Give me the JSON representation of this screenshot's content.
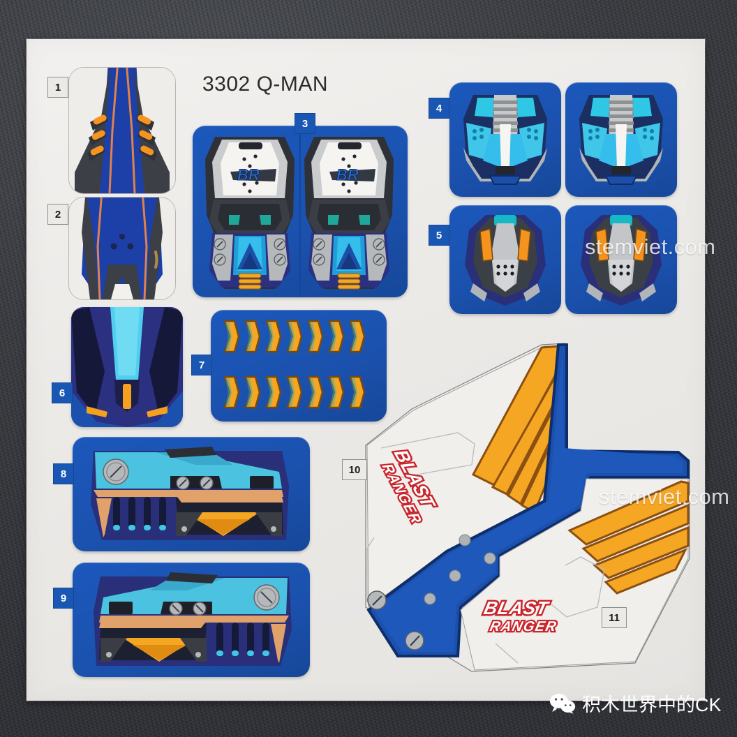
{
  "sheet": {
    "title": "3302 Q-MAN",
    "background_color": "#3a3c40",
    "sheet_color": "#eeece9",
    "brand_blue": "#1b55b4",
    "accent_orange": "#f5a623",
    "accent_cyan": "#3fc6e8"
  },
  "labels": {
    "l1": "1",
    "l2": "2",
    "l3": "3",
    "l4": "4",
    "l5": "5",
    "l6": "6",
    "l7": "7",
    "l8": "8",
    "l9": "9",
    "l10": "10",
    "l11": "11"
  },
  "stickers": [
    {
      "number": "1",
      "name": "nose-panel-upper",
      "style": "cream",
      "count": 1
    },
    {
      "number": "2",
      "name": "nose-panel-lower",
      "style": "cream",
      "count": 1
    },
    {
      "number": "3",
      "name": "torso-armor",
      "style": "blue",
      "count": 2,
      "logo": "BR"
    },
    {
      "number": "4",
      "name": "shoulder-vent",
      "style": "blue",
      "count": 2
    },
    {
      "number": "5",
      "name": "helmet-visor",
      "style": "blue",
      "count": 2
    },
    {
      "number": "6",
      "name": "face-mask",
      "style": "blue",
      "count": 1
    },
    {
      "number": "7",
      "name": "chevron-strip",
      "style": "blue",
      "count": 14,
      "rows": 2,
      "per_row": 7
    },
    {
      "number": "8",
      "name": "side-weapon-left",
      "style": "blue",
      "count": 1
    },
    {
      "number": "9",
      "name": "side-weapon-right",
      "style": "blue",
      "count": 1
    },
    {
      "number": "10",
      "name": "wing-panel-left",
      "style": "free",
      "count": 1,
      "logo": "BLAST RANGER"
    },
    {
      "number": "11",
      "name": "wing-panel-right",
      "style": "free",
      "count": 1,
      "logo": "BLAST RANGER"
    }
  ],
  "logos": {
    "br": "BR",
    "blast": "BLAST",
    "ranger": "RANGER"
  },
  "watermarks": {
    "site_1": "stemviet.com",
    "site_2": "stemviet.com",
    "wechat_handle": "积木世界中的CK"
  }
}
